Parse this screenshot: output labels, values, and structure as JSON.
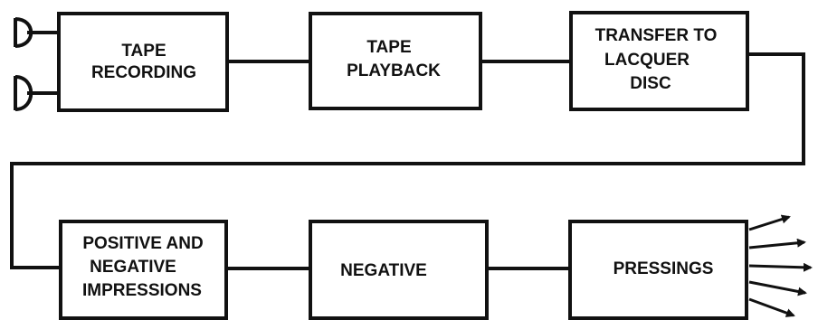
{
  "diagram": {
    "colors": {
      "ink": "#111111",
      "background": "#ffffff"
    },
    "input_icons": [
      "microphone-icon",
      "microphone-icon"
    ],
    "output_icon": "arrows-icon",
    "boxes": {
      "tape_recording": {
        "line1": "TAPE",
        "line2": "RECORDING"
      },
      "tape_playback": {
        "line1": "TAPE",
        "line2": "PLAYBACK"
      },
      "transfer_to_lacquer_disc": {
        "line1": "TRANSFER TO",
        "line2": "LACQUER",
        "line3": "DISC"
      },
      "positive_and_negative_impressions": {
        "line1": "POSITIVE AND",
        "line2": "NEGATIVE",
        "line3": "IMPRESSIONS"
      },
      "negative": {
        "line1": "NEGATIVE"
      },
      "pressings": {
        "line1": "PRESSINGS"
      }
    }
  }
}
